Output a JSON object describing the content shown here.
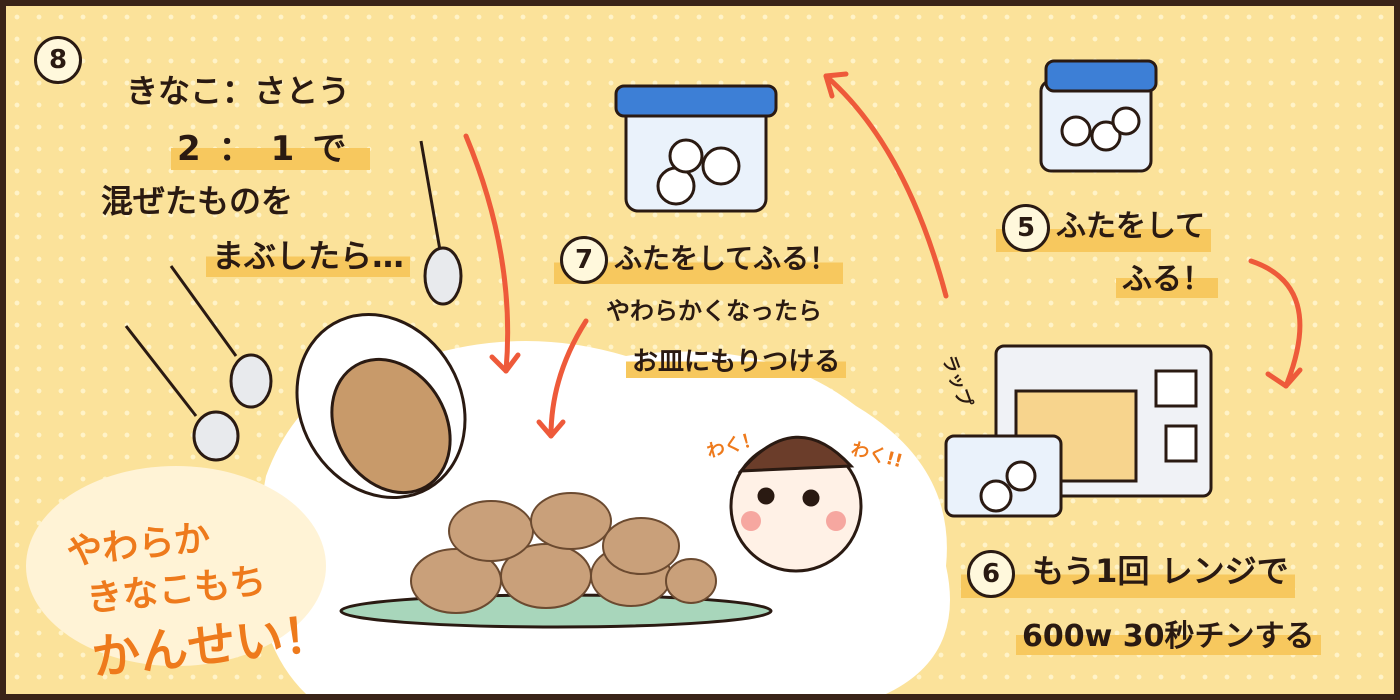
{
  "step8": {
    "num": "8",
    "line1": "きなこ：さとう",
    "line2": "2：1で",
    "line3": "混ぜたものを",
    "line4": "まぶしたら…"
  },
  "step7": {
    "num": "7",
    "line1": "ふたをしてふる！",
    "line2": "やわらかくなったら",
    "line3": "お皿にもりつける"
  },
  "step5": {
    "num": "5",
    "line1": "ふたをして",
    "line2": "ふる！"
  },
  "step6": {
    "num": "6",
    "line1": "もう1回 レンジで",
    "line2": "600w 30秒チンする"
  },
  "wrap_label": "ラップ",
  "sfx1": "わく！",
  "sfx2": "わく!!",
  "finish": {
    "line1": "やわらか",
    "line2": "きなこもち",
    "line3": "かんせい！"
  },
  "colors": {
    "background": "#fbe29a",
    "arrow": "#ee5a3a",
    "lid": "#3d7fd6",
    "accent": "#ee7a1c"
  }
}
